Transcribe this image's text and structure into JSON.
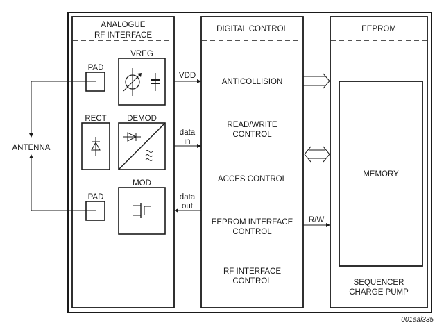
{
  "diagram": {
    "title_caption": "001aai335",
    "external": {
      "antenna_label": "ANTENNA"
    },
    "analogue": {
      "header_line1": "ANALOGUE",
      "header_line2": "RF INTERFACE",
      "pad_top_label": "PAD",
      "vreg_label": "VREG",
      "rect_label": "RECT",
      "demod_label": "DEMOD",
      "mod_label": "MOD",
      "pad_bottom_label": "PAD"
    },
    "signals": {
      "vdd": "VDD",
      "data_in_line1": "data",
      "data_in_line2": "in",
      "data_out_line1": "data",
      "data_out_line2": "out",
      "rw": "R/W"
    },
    "digital": {
      "header": "DIGITAL CONTROL",
      "items": [
        {
          "line1": "ANTICOLLISION",
          "line2": ""
        },
        {
          "line1": "READ/WRITE",
          "line2": "CONTROL"
        },
        {
          "line1": "ACCES CONTROL",
          "line2": ""
        },
        {
          "line1": "EEPROM INTERFACE",
          "line2": "CONTROL"
        },
        {
          "line1": "RF INTERFACE",
          "line2": "CONTROL"
        }
      ]
    },
    "eeprom": {
      "header": "EEPROM",
      "memory_label": "MEMORY",
      "footer_line1": "SEQUENCER",
      "footer_line2": "CHARGE PUMP"
    }
  }
}
